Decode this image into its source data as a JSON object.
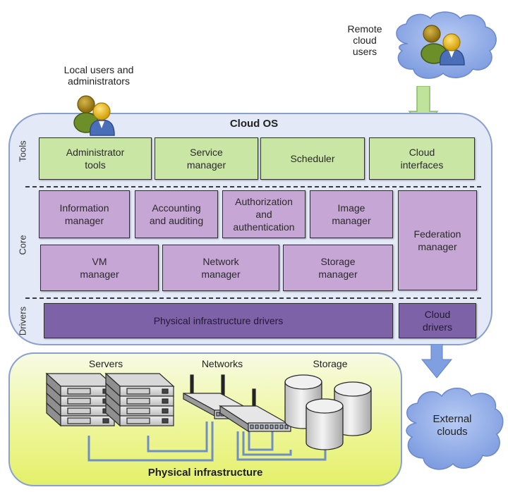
{
  "actors": {
    "local": "Local users and administrators",
    "local_line1": "Local users and",
    "local_line2": "administrators",
    "remote_line1": "Remote",
    "remote_line2": "cloud",
    "remote_line3": "users"
  },
  "cloud_os": {
    "title": "Cloud OS",
    "layers": {
      "tools": "Tools",
      "core": "Core",
      "drivers": "Drivers"
    },
    "tools": [
      {
        "l1": "Administrator",
        "l2": "tools"
      },
      {
        "l1": "Service",
        "l2": "manager"
      },
      {
        "l1": "Scheduler",
        "l2": ""
      },
      {
        "l1": "Cloud",
        "l2": "interfaces"
      }
    ],
    "core": [
      {
        "l1": "Information",
        "l2": "manager"
      },
      {
        "l1": "Accounting",
        "l2": "and auditing"
      },
      {
        "l1": "Authorization",
        "l2": "and",
        "l3": "authentication"
      },
      {
        "l1": "Image",
        "l2": "manager"
      },
      {
        "l1": "Federation",
        "l2": "manager"
      },
      {
        "l1": "VM",
        "l2": "manager"
      },
      {
        "l1": "Network",
        "l2": "manager"
      },
      {
        "l1": "Storage",
        "l2": "manager"
      }
    ],
    "drivers": [
      {
        "l1": "Physical infrastructure drivers"
      },
      {
        "l1": "Cloud",
        "l2": "drivers"
      }
    ]
  },
  "physical": {
    "title": "Physical infrastructure",
    "servers": "Servers",
    "networks": "Networks",
    "storage": "Storage"
  },
  "external": {
    "l1": "External",
    "l2": "clouds"
  },
  "colors": {
    "tools": "#c9e6a4",
    "core": "#c6a6d4",
    "drivers": "#7e62a8",
    "cloud_os_bg": "#e3e9f6",
    "cloud": "#8fabe6",
    "physical_bg": "#eef69a",
    "link": "#6f8fc4"
  }
}
